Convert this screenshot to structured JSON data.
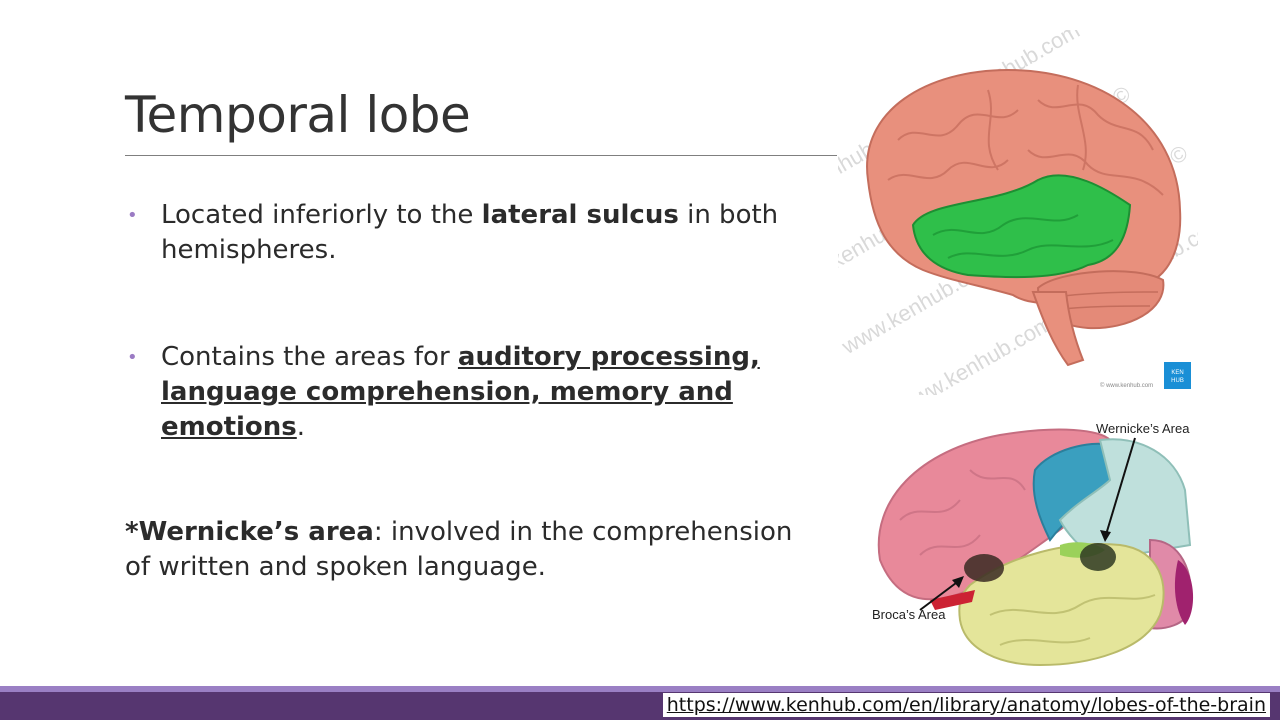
{
  "slide": {
    "title": "Temporal lobe",
    "bullets": [
      {
        "parts": [
          {
            "text": "Located inferiorly to the ",
            "style": "normal"
          },
          {
            "text": "lateral sulcus",
            "style": "bold"
          },
          {
            "text": " in both hemispheres.",
            "style": "normal"
          }
        ]
      },
      {
        "parts": [
          {
            "text": "Contains the areas for ",
            "style": "normal"
          },
          {
            "text": "auditory processing, language comprehension, memory and emotions",
            "style": "bold-underline"
          },
          {
            "text": ".",
            "style": "normal"
          }
        ]
      }
    ],
    "note": {
      "bold": "*Wernicke’s area",
      "rest": ": involved in the comprehension of written and spoken language."
    },
    "footer_url": "https://www.kenhub.com/en/library/anatomy/lobes-of-the-brain"
  },
  "image1": {
    "watermark": "www.kenhub.com ©",
    "logo_top": "KEN",
    "logo_bottom": "HUB",
    "credit": "© www.kenhub.com"
  },
  "image2": {
    "label_wernicke": "Wernicke’s Area",
    "label_broca": "Broca’s Area"
  },
  "colors": {
    "accent": "#9b7bc4",
    "footer": "#563670",
    "temporal_green": "#2fbf4a",
    "brain_salmon": "#e8907d"
  }
}
